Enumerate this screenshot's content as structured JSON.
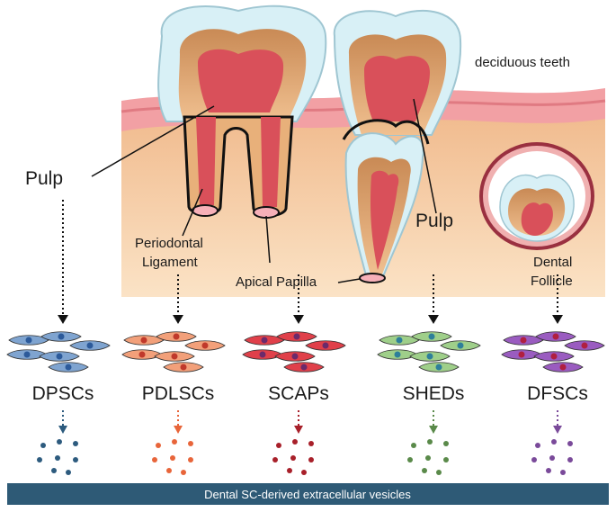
{
  "labels": {
    "deciduous": "deciduous teeth",
    "pulp_left": "Pulp",
    "periodontal_1": "Periodontal",
    "periodontal_2": "Ligament",
    "apical": "Apical Papilla",
    "pulp_right": "Pulp",
    "follicle_1": "Dental",
    "follicle_2": "Follicle"
  },
  "cells": [
    {
      "name": "DPSCs",
      "color": "#7fa4d0",
      "nucleus": "#2c5a9a",
      "dot": "#2d5b7e"
    },
    {
      "name": "PDLSCs",
      "color": "#f2a07a",
      "nucleus": "#c0392b",
      "dot": "#e8653a"
    },
    {
      "name": "SCAPs",
      "color": "#e0404a",
      "nucleus": "#6b2a6b",
      "dot": "#a8202a"
    },
    {
      "name": "SHEDs",
      "color": "#9fcf8a",
      "nucleus": "#2e7f9a",
      "dot": "#5a8a4a"
    },
    {
      "name": "DFSCs",
      "color": "#9a5cc0",
      "nucleus": "#b02040",
      "dot": "#7a4a9a"
    }
  ],
  "footer": "Dental SC-derived extracellular vesicles",
  "colors": {
    "tissue": "#f3c99a",
    "gum": "#f2a8a8",
    "enamel": "#d8f0f6",
    "dentin": "#d9a26a",
    "pulp": "#d9505a",
    "footer_bg": "#2e5a76"
  }
}
